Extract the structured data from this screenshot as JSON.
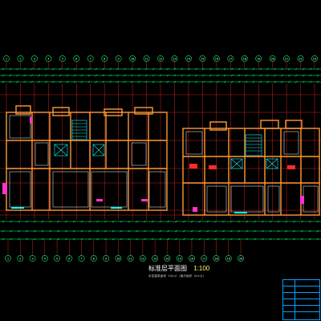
{
  "drawing": {
    "caption_cn": "标准层平面图",
    "caption_scale": "1:100",
    "subcaption": "本层建筑面积 XXX㎡ (套内面积 XXX㎡)"
  },
  "axis_top_labels": [
    "1",
    "2",
    "3",
    "4",
    "5",
    "6",
    "7",
    "8",
    "9",
    "10",
    "11",
    "12",
    "13",
    "14",
    "15",
    "16",
    "17",
    "18",
    "19",
    "20",
    "21",
    "22",
    "23"
  ],
  "axis_bottom_labels": [
    "1",
    "2",
    "3",
    "4",
    "5",
    "6",
    "7",
    "8",
    "9",
    "10",
    "11",
    "12",
    "13",
    "14",
    "15",
    "16",
    "17",
    "18",
    "19",
    "20"
  ],
  "colors": {
    "background": "#000000",
    "walls": "#ff9933",
    "axis_lines": "#ff2a2a",
    "dimension": "#00ff66",
    "text": "#ffffff",
    "labels": "#ffff66",
    "frame": "#00a0ff",
    "accent": "#ff33cc"
  }
}
